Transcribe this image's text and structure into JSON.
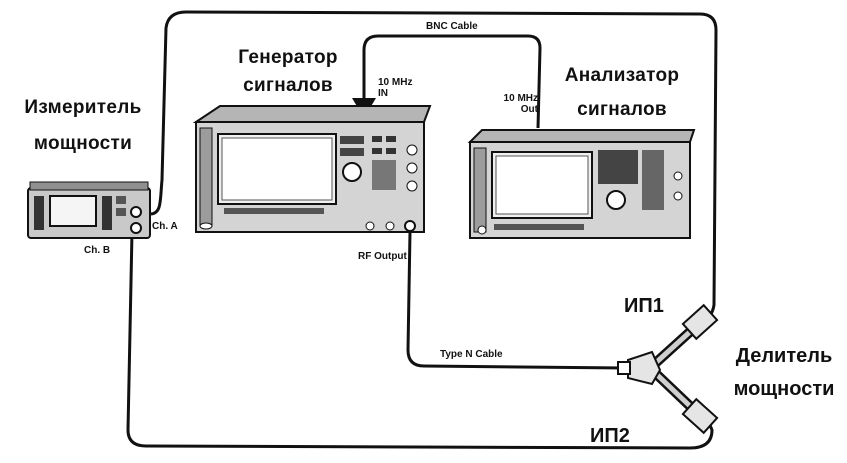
{
  "devices": {
    "power_meter": {
      "line1": "Измеритель",
      "line2": "мощности",
      "port_a": "Ch. A",
      "port_b": "Ch. B"
    },
    "generator": {
      "line1": "Генератор",
      "line2": "сигналов",
      "ref_in_line1": "10 MHz",
      "ref_in_line2": "IN",
      "rf_output": "RF Output"
    },
    "analyzer": {
      "line1": "Анализатор",
      "line2": "сигналов",
      "ref_out_line1": "10 MHz",
      "ref_out_line2": "Out"
    },
    "divider": {
      "line1": "Делитель",
      "line2": "мощности",
      "port1": "ИП1",
      "port2": "ИП2"
    }
  },
  "cables": {
    "bnc": "BNC Cable",
    "type_n": "Type N Cable"
  }
}
